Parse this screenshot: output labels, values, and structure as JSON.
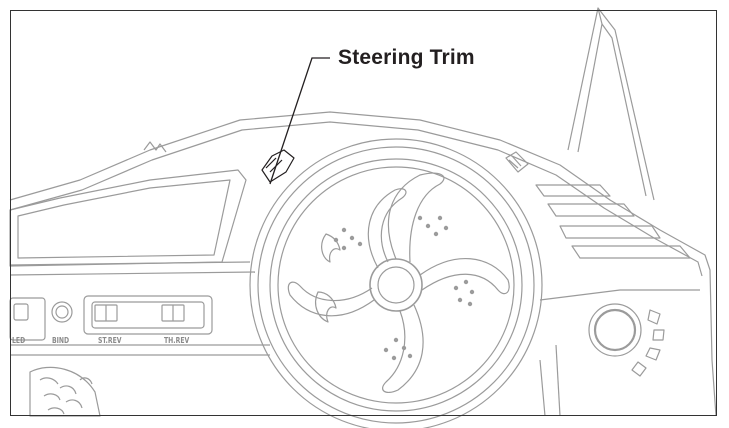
{
  "callout": {
    "label": "Steering Trim"
  },
  "switch_labels": {
    "led": "LED",
    "bind": "BIND",
    "st_rev": "ST.REV",
    "th_rev": "TH.REV"
  },
  "colors": {
    "line": "#231f20",
    "outline": "#9b9b9b",
    "background": "#ffffff"
  },
  "icons": [
    "steering-wheel",
    "trim-knob",
    "power-dial",
    "grip-texture"
  ]
}
